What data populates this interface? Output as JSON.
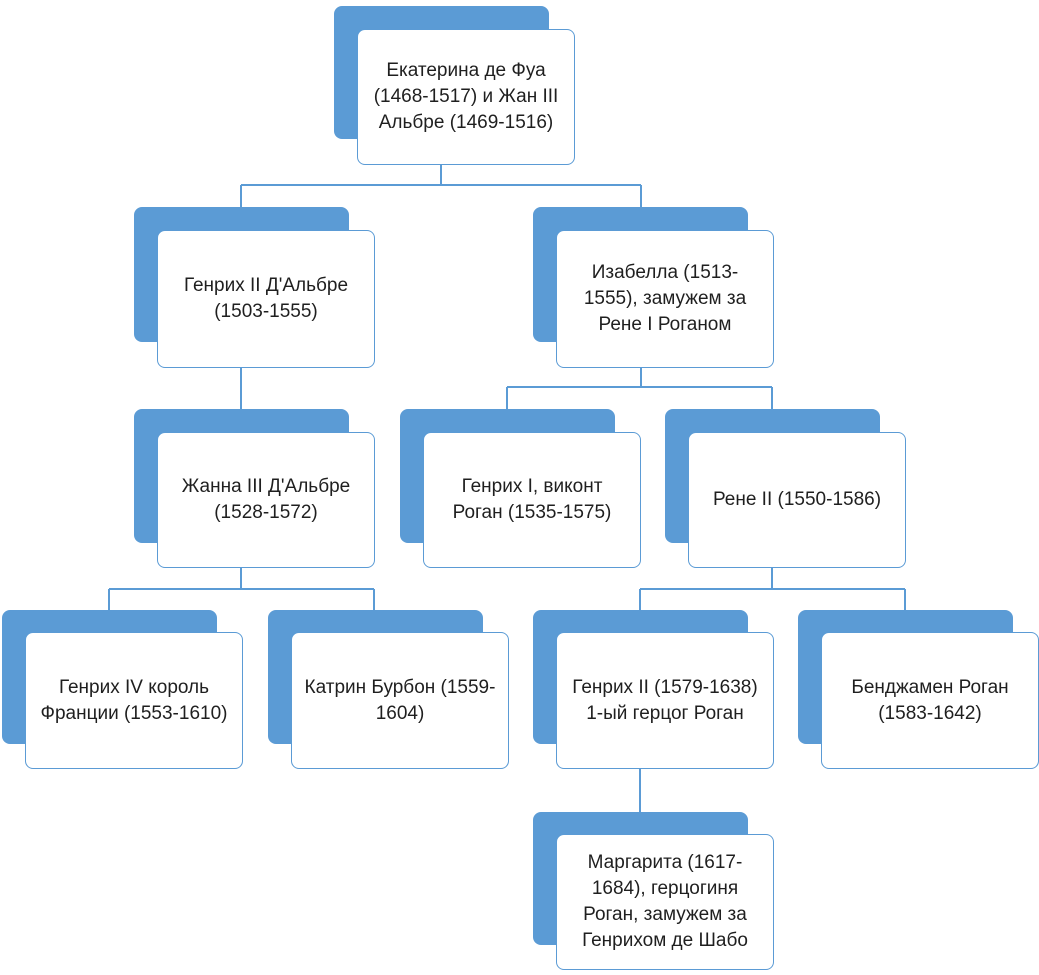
{
  "colors": {
    "accent": "#5b9bd5",
    "card_bg": "#ffffff",
    "text": "#1f1f1f"
  },
  "nodes": {
    "root": "Екатерина де Фуа (1468-1517) и Жан III Альбре (1469-1516)",
    "henri2_albret": "Генрих II Д'Альбре (1503-1555)",
    "isabella": "Изабелла (1513-1555), замужем за Рене I Роганом",
    "jeanne3": "Жанна III Д'Альбре (1528-1572)",
    "henri1_rohan": "Генрих I, виконт Роган (1535-1575)",
    "rene2": "Рене II (1550-1586)",
    "henri4": "Генрих IV король Франции (1553-1610)",
    "catherine_bourbon": "Катрин Бурбон (1559-1604)",
    "henri2_rohan": "Генрих II (1579-1638) 1-ый герцог Роган",
    "benjamin": "Бенджамен Роган (1583-1642)",
    "marguerite": "Маргарита (1617-1684), герцогиня Роган, замужем за Генрихом де Шабо"
  }
}
